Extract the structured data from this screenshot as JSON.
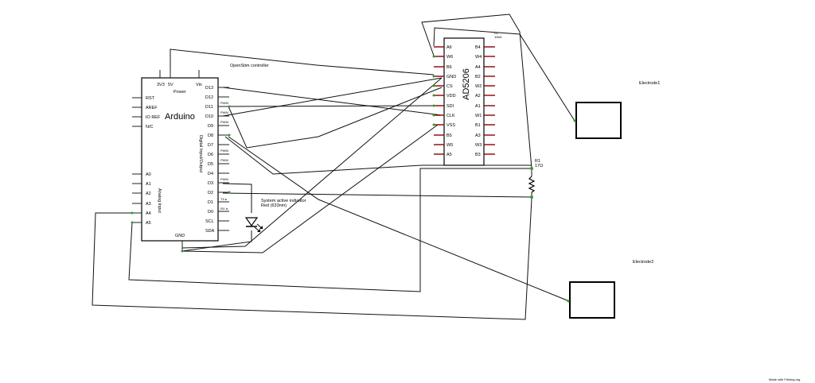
{
  "arduino": {
    "name": "Arduino",
    "power_labels": [
      "3V3",
      "5V",
      "Vin"
    ],
    "power_title": "Power",
    "left_pins": [
      "RST",
      "AREF",
      "IO REF",
      "N/C",
      "A0",
      "A1",
      "A2",
      "A3",
      "A4",
      "A5"
    ],
    "right_pins": [
      "D13",
      "D12",
      "D11",
      "D10",
      "D9",
      "D8",
      "D7",
      "D6",
      "D5",
      "D4",
      "D3",
      "D2",
      "D1",
      "D0",
      "SCL",
      "SDA"
    ],
    "pwm_tag": "PWM",
    "tx_tag": "TX ▸",
    "rx_tag": "RX ◂",
    "gnd": "GND",
    "analog_label": "Analog Input",
    "digital_label": "Digital Input/Output"
  },
  "ad5206": {
    "name": "AD5206",
    "designator": "U1",
    "value": "10kΩ",
    "left_pins": [
      "A6",
      "W6",
      "B6",
      "GND",
      "CS",
      "VDD",
      "SDI",
      "CLK",
      "VSS",
      "B5",
      "W5",
      "A5"
    ],
    "right_pins": [
      "B4",
      "W4",
      "A4",
      "B2",
      "W2",
      "A2",
      "A1",
      "W1",
      "B1",
      "A3",
      "W3",
      "B3"
    ]
  },
  "labels": {
    "controller": "OpenStim controller",
    "indicator_line1": "System active indicator",
    "indicator_line2": "Red (633nm)",
    "resistor_name": "R1",
    "resistor_value": "17Ω",
    "electrode1": "Electrode1",
    "electrode2": "Electrode2",
    "footer": "Made with  Fritzing.org"
  },
  "colors": {
    "pin_end": "#2e9e2e",
    "chip_pin": "#8b0000",
    "wire": "#111111"
  }
}
